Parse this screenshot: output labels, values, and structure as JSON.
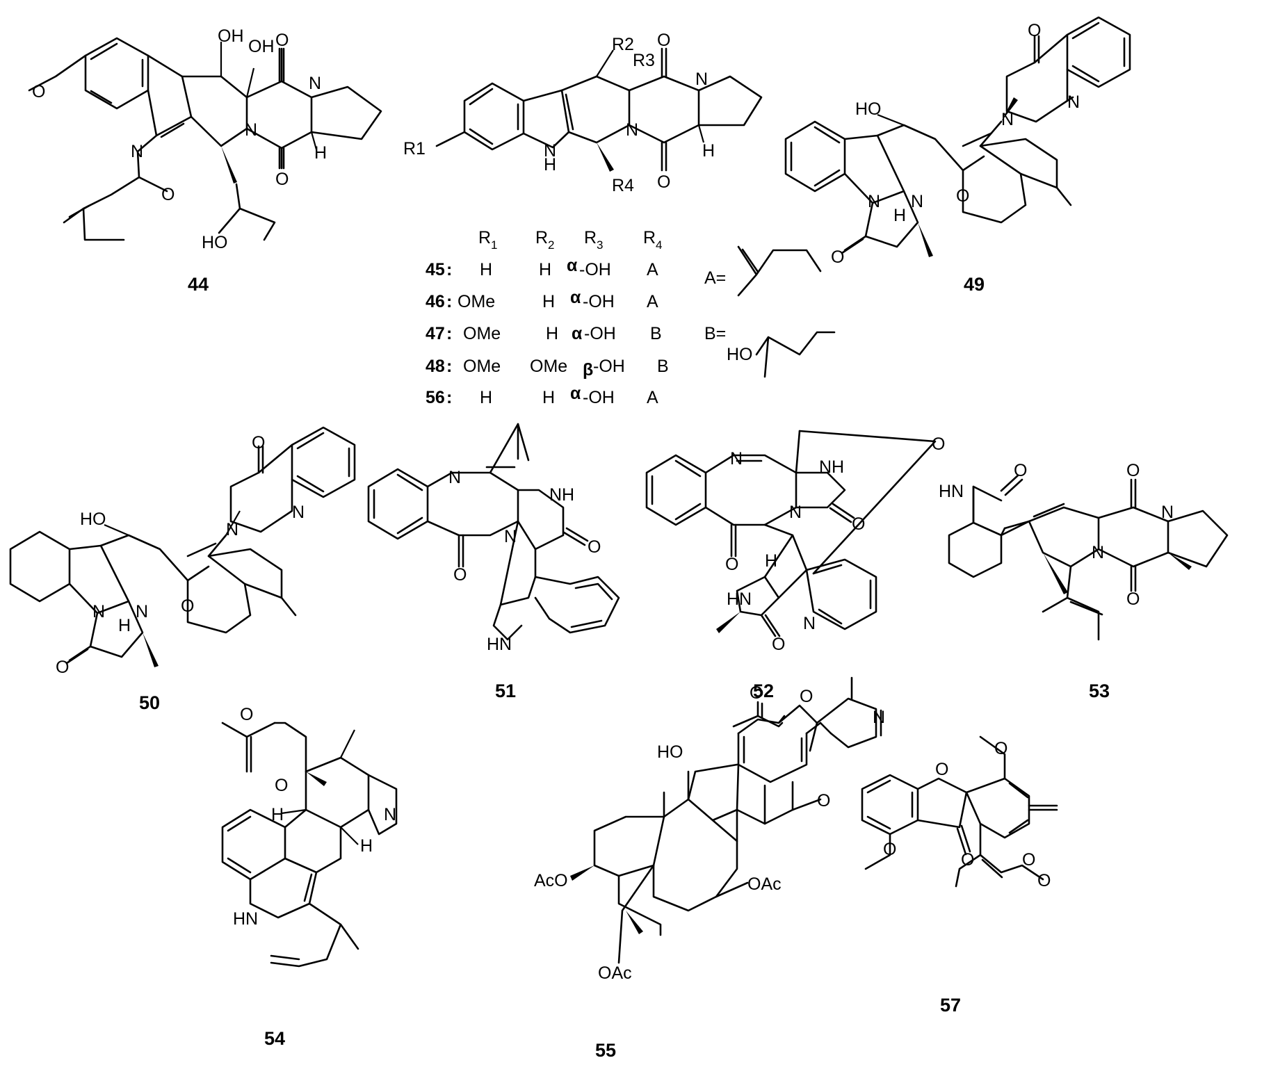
{
  "figure": {
    "background": "#ffffff",
    "ink": "#000000"
  },
  "compounds": {
    "c44": {
      "id": "44",
      "atoms": [
        "OH",
        "OH",
        "O",
        "O",
        "O",
        "N",
        "N",
        "N",
        "H",
        "O",
        "HO"
      ]
    },
    "c45_template": {
      "atoms": [
        "R1",
        "R2",
        "R3",
        "R4",
        "O",
        "O",
        "N",
        "N",
        "N",
        "H",
        "H"
      ]
    },
    "c49": {
      "id": "49",
      "atoms": [
        "O",
        "N",
        "N",
        "HO",
        "O",
        "N",
        "N",
        "H",
        "O"
      ]
    },
    "c50": {
      "id": "50",
      "atoms": [
        "O",
        "N",
        "N",
        "HO",
        "O",
        "N",
        "N",
        "H",
        "O"
      ]
    },
    "c51": {
      "id": "51",
      "atoms": [
        "N",
        "N",
        "NH",
        "O",
        "O",
        "HN"
      ]
    },
    "c52": {
      "id": "52",
      "atoms": [
        "N",
        "N",
        "NH",
        "O",
        "O",
        "O",
        "H",
        "HN",
        "N",
        "O"
      ]
    },
    "c53": {
      "id": "53",
      "atoms": [
        "HN",
        "O",
        "O",
        "N",
        "N",
        "O"
      ]
    },
    "c54": {
      "id": "54",
      "atoms": [
        "O",
        "O",
        "H",
        "N",
        "H",
        "HN"
      ]
    },
    "c55": {
      "id": "55",
      "atoms": [
        "O",
        "O",
        "N",
        "HO",
        "O",
        "AcO",
        "OAc",
        "OAc"
      ]
    },
    "c57": {
      "id": "57",
      "atoms": [
        "O",
        "O",
        "O",
        "O",
        "O",
        "O"
      ]
    }
  },
  "substituent_table": {
    "headers": [
      {
        "base": "R",
        "sub": "1"
      },
      {
        "base": "R",
        "sub": "2"
      },
      {
        "base": "R",
        "sub": "3"
      },
      {
        "base": "R",
        "sub": "4"
      }
    ],
    "rows": [
      {
        "id": "45",
        "sep": ":",
        "r1": "H",
        "r2": "H",
        "r3_greek": "α",
        "r3": "-OH",
        "r4": "A"
      },
      {
        "id": "46",
        "sep": ":",
        "r1": "OMe",
        "r2": "H",
        "r3_greek": "α",
        "r3": "-OH",
        "r4": "A"
      },
      {
        "id": "47",
        "sep": ":",
        "r1": "OMe",
        "r2": "H",
        "r3_greek": "α",
        "r3": "-OH",
        "r4": "B"
      },
      {
        "id": "48",
        "sep": ":",
        "r1": "OMe",
        "r2": "OMe",
        "r3_greek": "β",
        "r3": "-OH",
        "r4": "B"
      },
      {
        "id": "56",
        "sep": ":",
        "r1": "H",
        "r2": "H",
        "r3_greek": "α",
        "r3": "-OH",
        "r4": "A"
      }
    ]
  },
  "side_chains": {
    "A": {
      "label": "A="
    },
    "B": {
      "label": "B=",
      "atom": "HO"
    }
  }
}
